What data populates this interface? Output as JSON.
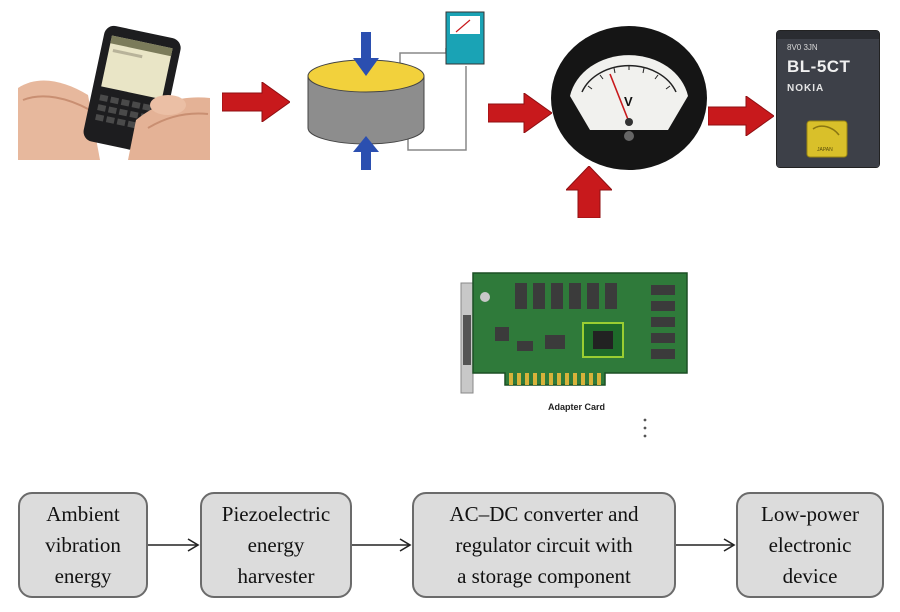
{
  "battery": {
    "top_text": "8V0 3JN",
    "model": "BL-5CT",
    "brand": "NOKIA",
    "chip_text": "JAPAN"
  },
  "adapter_card": {
    "caption": "Adapter Card"
  },
  "meter": {
    "unit": "V"
  },
  "flow": {
    "steps": [
      {
        "label": "Ambient\nvibration\nenergy"
      },
      {
        "label": "Piezoelectric\nenergy\nharvester"
      },
      {
        "label": "AC–DC converter and\nregulator circuit with\na storage component"
      },
      {
        "label": "Low-power\nelectronic\ndevice"
      }
    ]
  },
  "colors": {
    "arrow_red": "#c8191c",
    "force_blue": "#2b4fb0",
    "piezo_yellow": "#f2d13c",
    "box_fill": "#dcdcdc",
    "meter_cyan": "#1aa3b5"
  },
  "icons": [
    "smartphone-photo",
    "piezo-disc-icon",
    "voltmeter-icon",
    "battery-photo",
    "adapter-card-photo"
  ]
}
